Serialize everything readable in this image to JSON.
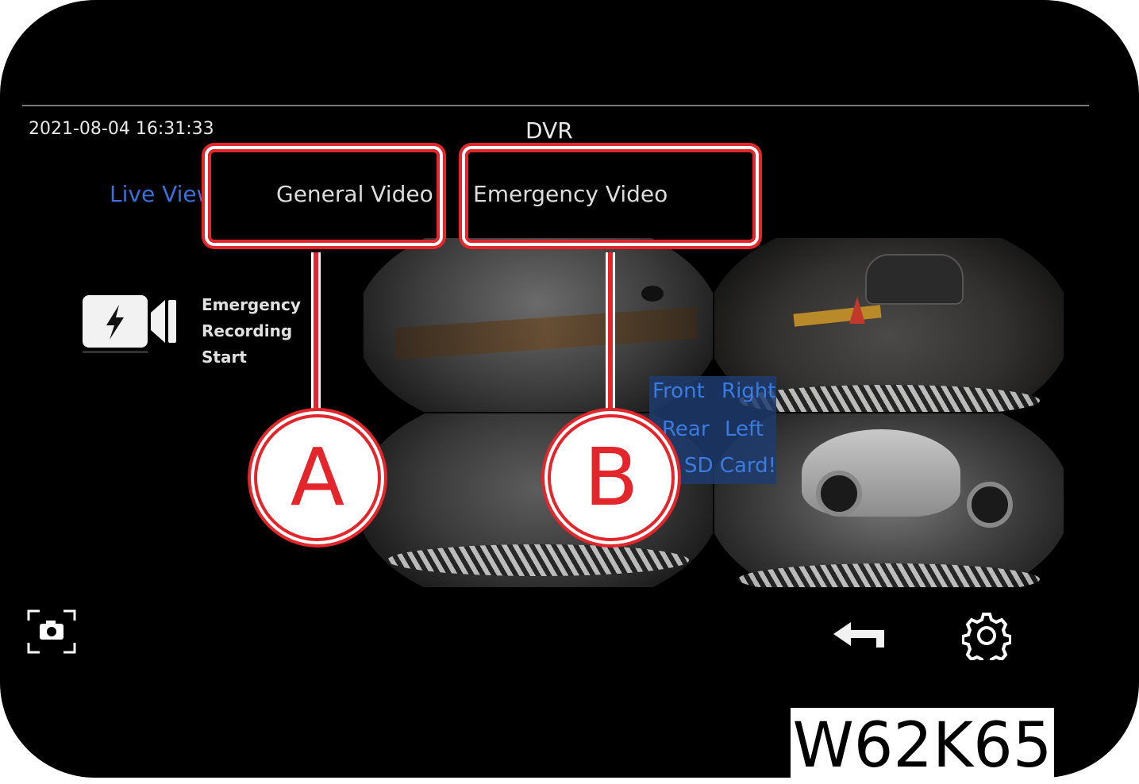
{
  "header": {
    "datetime": "2021-08-04 16:31:33",
    "title": "DVR"
  },
  "tabs": [
    {
      "label": "Live View"
    },
    {
      "label": "General Video"
    },
    {
      "label": "Emergency Video"
    }
  ],
  "emergency_recording": {
    "line1": "Emergency",
    "line2": "Recording",
    "line3": "Start"
  },
  "camera_menu": {
    "front": "Front",
    "right": "Right",
    "rear": "Rear",
    "left": "Left",
    "sd": "SD Card!"
  },
  "callouts": {
    "a": "A",
    "b": "B"
  },
  "image_label": "W62K65",
  "colors": {
    "callout_red": "#e3262b",
    "tab_active_blue": "#3a6fd8",
    "menu_blue": "#3a7be0"
  },
  "icons": [
    "camera-screenshot-icon",
    "back-arrow-icon",
    "gear-icon",
    "lightning-icon",
    "speaker-icon"
  ]
}
